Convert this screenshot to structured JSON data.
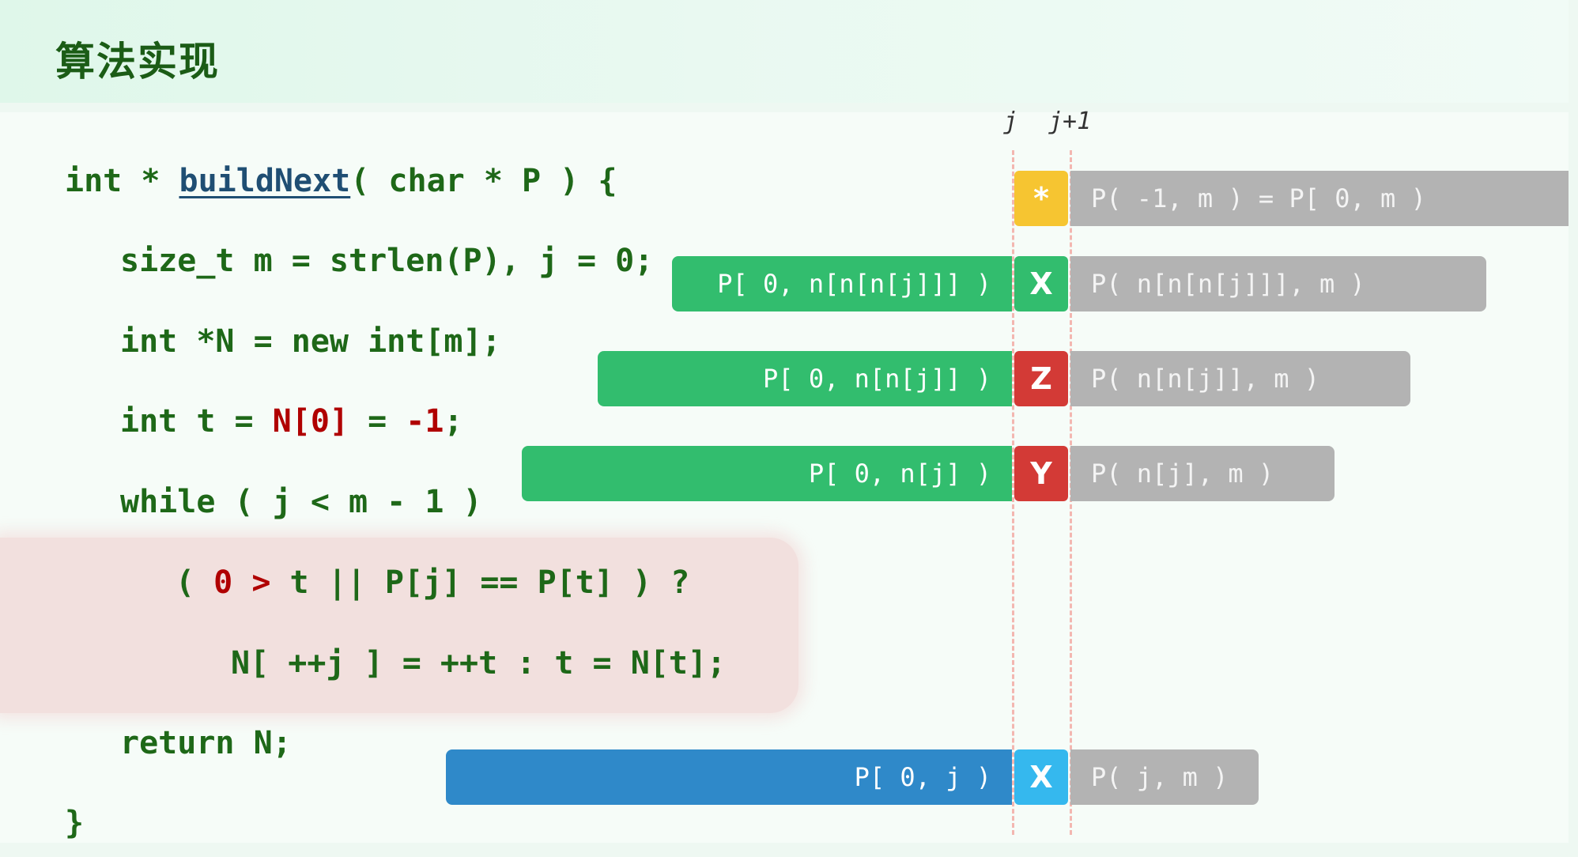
{
  "header": {
    "title": "算法实现"
  },
  "code": {
    "line1": {
      "a": "int * ",
      "fn": "buildNext",
      "b": "( char * P ) {"
    },
    "line2": "size_t m = strlen(P), j = 0;",
    "line3": "int *N = new int[m];",
    "line4": {
      "a": "int t = ",
      "b": "N[0]",
      "c": " = ",
      "d": "-1",
      "e": ";"
    },
    "line5": "while ( j < m - 1 )",
    "line6": {
      "a": "( ",
      "b": "0 >",
      "c": " t || P[j] == P[t] ) ?"
    },
    "line7": "N[ ++j ] = ++t : t = N[t];",
    "line8": "return N;",
    "line9": "}"
  },
  "axis": {
    "j": "j",
    "j1": "j+1"
  },
  "rows": [
    {
      "prefix": "",
      "mark": "*",
      "suffix": "P( -1, m ) = P[ 0, m )",
      "prefix_color": "",
      "mark_color": "#f6c531",
      "suffix_color": "#b3b3b3"
    },
    {
      "prefix": "P[ 0, n[n[n[j]]] )",
      "mark": "X",
      "suffix": "P( n[n[n[j]]], m )",
      "prefix_color": "#32bd6e",
      "mark_color": "#32bd6e",
      "suffix_color": "#b3b3b3"
    },
    {
      "prefix": "P[ 0, n[n[j]] )",
      "mark": "Z",
      "suffix": "P( n[n[j]], m )",
      "prefix_color": "#32bd6e",
      "mark_color": "#d33a36",
      "suffix_color": "#b3b3b3"
    },
    {
      "prefix": "P[ 0, n[j] )",
      "mark": "Y",
      "suffix": "P( n[j], m )",
      "prefix_color": "#32bd6e",
      "mark_color": "#d33a36",
      "suffix_color": "#b3b3b3"
    },
    {
      "prefix": "P[ 0, j )",
      "mark": "X",
      "suffix": "P( j, m )",
      "prefix_color": "#2f89c9",
      "mark_color": "#35b8ee",
      "suffix_color": "#b3b3b3"
    }
  ]
}
